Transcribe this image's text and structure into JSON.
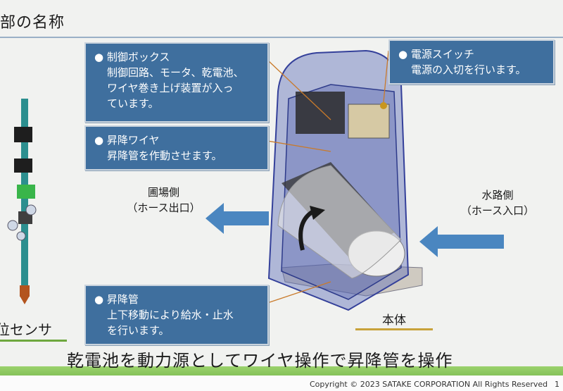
{
  "header": {
    "title": "部の名称"
  },
  "callouts": {
    "control_box": {
      "head": "制御ボックス",
      "body": "制御回路、モータ、乾電池、\nワイヤ巻き上げ装置が入っ\nています。"
    },
    "wire": {
      "head": "昇降ワイヤ",
      "body": "昇降管を作動させます。"
    },
    "power": {
      "head": "電源スイッチ",
      "body": "電源の入切を行います。"
    },
    "pipe": {
      "head": "昇降管",
      "body": "上下移動により給水・止水\nを行います。"
    }
  },
  "labels": {
    "field_side": "圃場側",
    "hose_outlet": "（ホース出口）",
    "water_side": "水路側",
    "hose_inlet": "（ホース入口）",
    "main_body": "本体",
    "sensor": "位センサ"
  },
  "summary": "乾電池を動力源としてワイヤ操作で昇降管を操作",
  "footer": {
    "copyright": "Copyright © 2023  SATAKE CORPORATION All Rights Reserved",
    "page": "1"
  },
  "colors": {
    "callout": "#3f6f9e",
    "arrow": "#4a86c0",
    "footer_green": "#6ab343",
    "body_blue": "#4a5aa8"
  }
}
